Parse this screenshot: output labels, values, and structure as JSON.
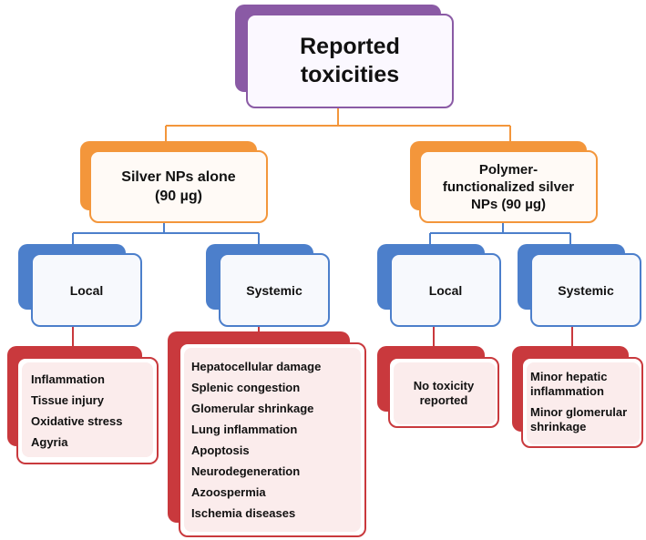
{
  "root": {
    "line1": "Reported",
    "line2": "toxicities"
  },
  "groups": [
    {
      "title_line1": "Silver NPs alone",
      "title_line2": "(90 µg)",
      "local": {
        "label": "Local",
        "effects": [
          "Inflammation",
          "Tissue injury",
          "Oxidative stress",
          "Agyria"
        ]
      },
      "systemic": {
        "label": "Systemic",
        "effects": [
          "Hepatocellular damage",
          "Splenic congestion",
          "Glomerular shrinkage",
          "Lung inflammation",
          "Apoptosis",
          "Neurodegeneration",
          "Azoospermia",
          "Ischemia diseases"
        ]
      }
    },
    {
      "title_line1": "Polymer-",
      "title_line2": "functionalized silver",
      "title_line3": "NPs (90 µg)",
      "local": {
        "label": "Local",
        "effects_line1": "No toxicity",
        "effects_line2": "reported"
      },
      "systemic": {
        "label": "Systemic",
        "effects": [
          {
            "line1": "Minor hepatic",
            "line2": "inflammation"
          },
          {
            "line1": "Minor glomerular",
            "line2": "shrinkage"
          }
        ]
      }
    }
  ],
  "colors": {
    "purple": "#8a5aa5",
    "orange": "#f3963b",
    "blue": "#4c7fcb",
    "red": "#c9393d"
  }
}
